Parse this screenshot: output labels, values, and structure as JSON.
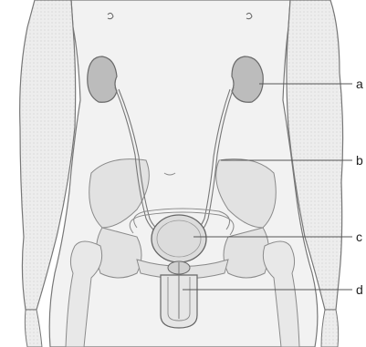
{
  "labels": {
    "a": "a",
    "b": "b",
    "c": "c",
    "d": "d"
  },
  "colors": {
    "background": "#ffffff",
    "skin_fill": "#ececec",
    "line": "#555555",
    "organ": "#b8b8b8"
  }
}
